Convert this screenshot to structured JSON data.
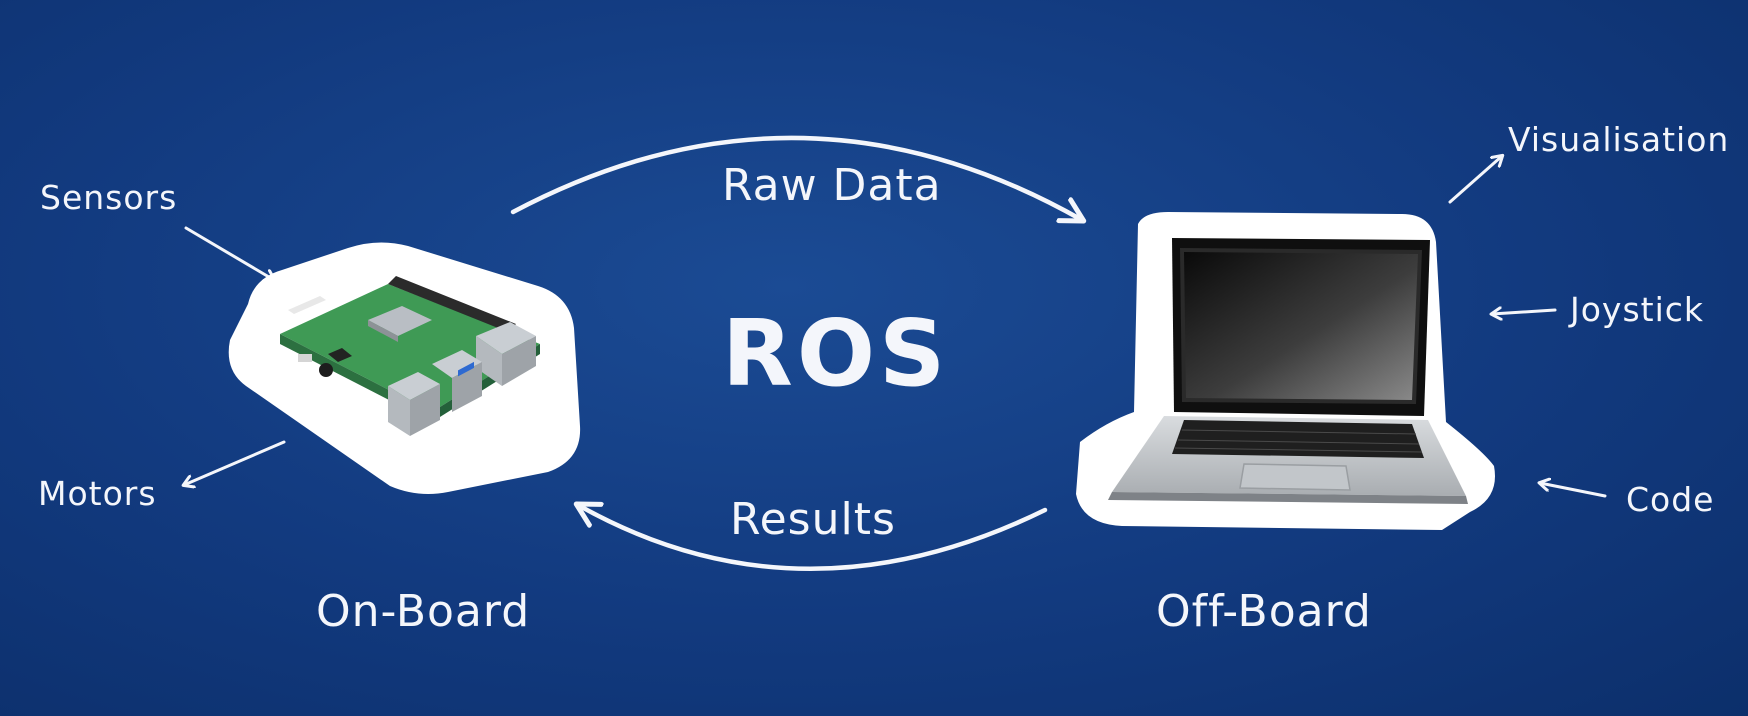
{
  "diagram": {
    "center_label": "ROS",
    "top_arrow_label": "Raw Data",
    "bottom_arrow_label": "Results",
    "left_node": {
      "caption": "On-Board",
      "device": "raspberry-pi-board",
      "inputs": [
        "Sensors"
      ],
      "outputs": [
        "Motors"
      ]
    },
    "right_node": {
      "caption": "Off-Board",
      "device": "laptop-computer",
      "outputs": [
        "Visualisation"
      ],
      "inputs": [
        "Joystick",
        "Code"
      ]
    },
    "colors": {
      "background": "#123a7f",
      "chalk": "#f4f6fb",
      "card": "#ffffff",
      "pcb": "#3f9a55"
    }
  }
}
